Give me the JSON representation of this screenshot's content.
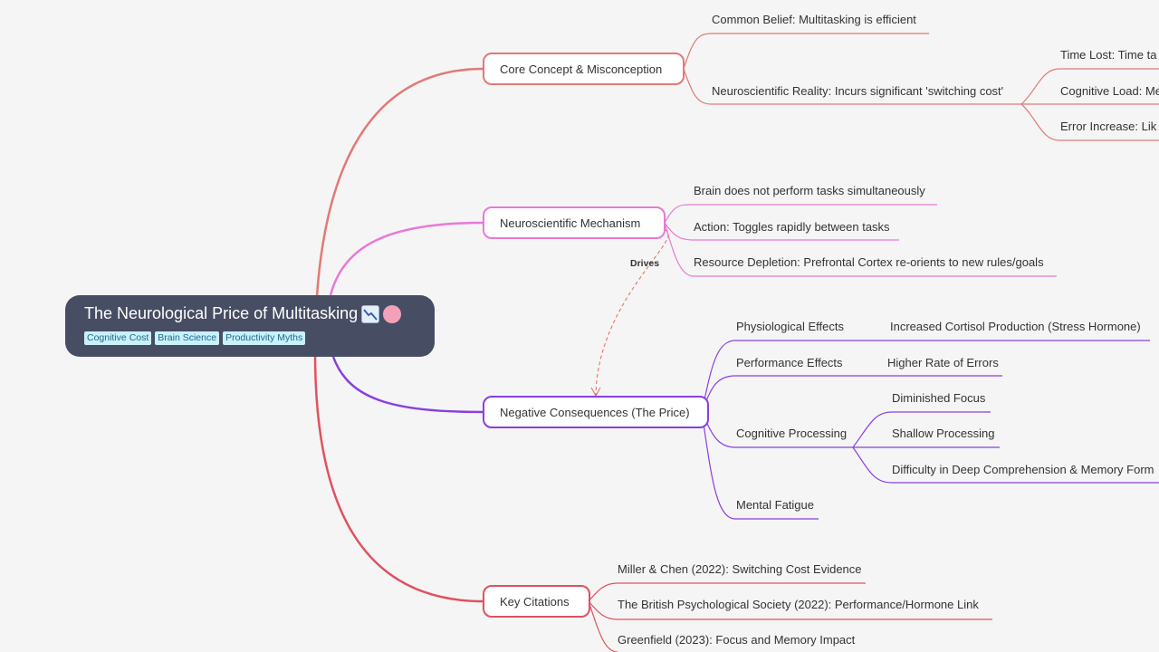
{
  "root": {
    "title": "The Neurological Price of Multitasking",
    "icons": [
      "chart-decreasing-icon",
      "brain-icon"
    ],
    "tags": [
      "Cognitive Cost",
      "Brain Science",
      "Productivity Myths"
    ]
  },
  "colors": {
    "branch1": "#e07a78",
    "branch2": "#e879d6",
    "branch3": "#8a3fe0",
    "branch4": "#e2505f",
    "root_bg": "#474d63",
    "relation": "#e8665f"
  },
  "branches": [
    {
      "label": "Core Concept & Misconception",
      "children": [
        {
          "label": "Common Belief: Multitasking is efficient"
        },
        {
          "label": "Neuroscientific Reality: Incurs significant 'switching cost'",
          "children": [
            {
              "label": "Time Lost: Time ta"
            },
            {
              "label": "Cognitive Load: Me"
            },
            {
              "label": "Error Increase: Lik"
            }
          ]
        }
      ]
    },
    {
      "label": "Neuroscientific Mechanism",
      "children": [
        {
          "label": "Brain does not perform tasks simultaneously"
        },
        {
          "label": "Action: Toggles rapidly between tasks"
        },
        {
          "label": "Resource Depletion: Prefrontal Cortex re-orients to new rules/goals"
        }
      ]
    },
    {
      "label": "Negative Consequences (The Price)",
      "children": [
        {
          "label": "Physiological Effects",
          "children": [
            {
              "label": "Increased Cortisol Production (Stress Hormone)"
            }
          ]
        },
        {
          "label": "Performance Effects",
          "children": [
            {
              "label": "Higher Rate of Errors"
            }
          ]
        },
        {
          "label": "Cognitive Processing",
          "children": [
            {
              "label": "Diminished Focus"
            },
            {
              "label": "Shallow Processing"
            },
            {
              "label": "Difficulty in Deep Comprehension & Memory Form"
            }
          ]
        },
        {
          "label": "Mental Fatigue"
        }
      ]
    },
    {
      "label": "Key Citations",
      "children": [
        {
          "label": "Miller & Chen (2022): Switching Cost Evidence"
        },
        {
          "label": "The British Psychological Society (2022): Performance/Hormone Link"
        },
        {
          "label": "Greenfield (2023): Focus and Memory Impact"
        }
      ]
    }
  ],
  "relationship": {
    "label": "Drives"
  }
}
